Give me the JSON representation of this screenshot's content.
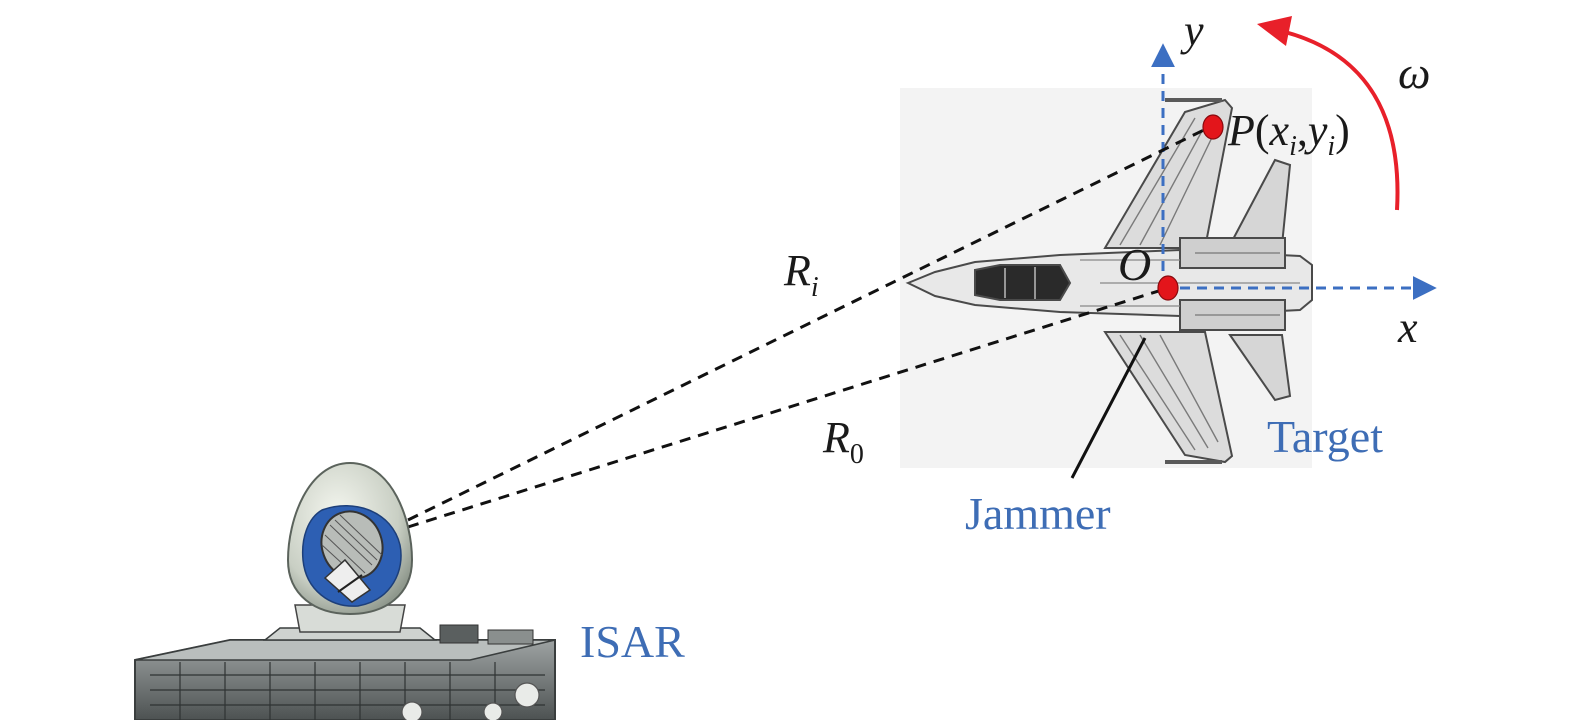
{
  "labels": {
    "y_axis": "y",
    "x_axis": "x",
    "omega": "ω",
    "point_p": "P",
    "p_paren_open": "(",
    "p_x": "x",
    "p_x_sub": "i",
    "p_comma": ",",
    "p_y": "y",
    "p_y_sub": "i",
    "p_paren_close": ")",
    "origin": "O",
    "r_i": "R",
    "r_i_sub": "i",
    "r_0": "R",
    "r_0_sub": "0",
    "target": "Target",
    "jammer": "Jammer",
    "isar": "ISAR"
  },
  "colors": {
    "axis_blue": "#3c6fc2",
    "label_blue": "#3e6db5",
    "rotation_red": "#e8202a",
    "marker_red": "#e3151b",
    "line_black": "#111111"
  }
}
